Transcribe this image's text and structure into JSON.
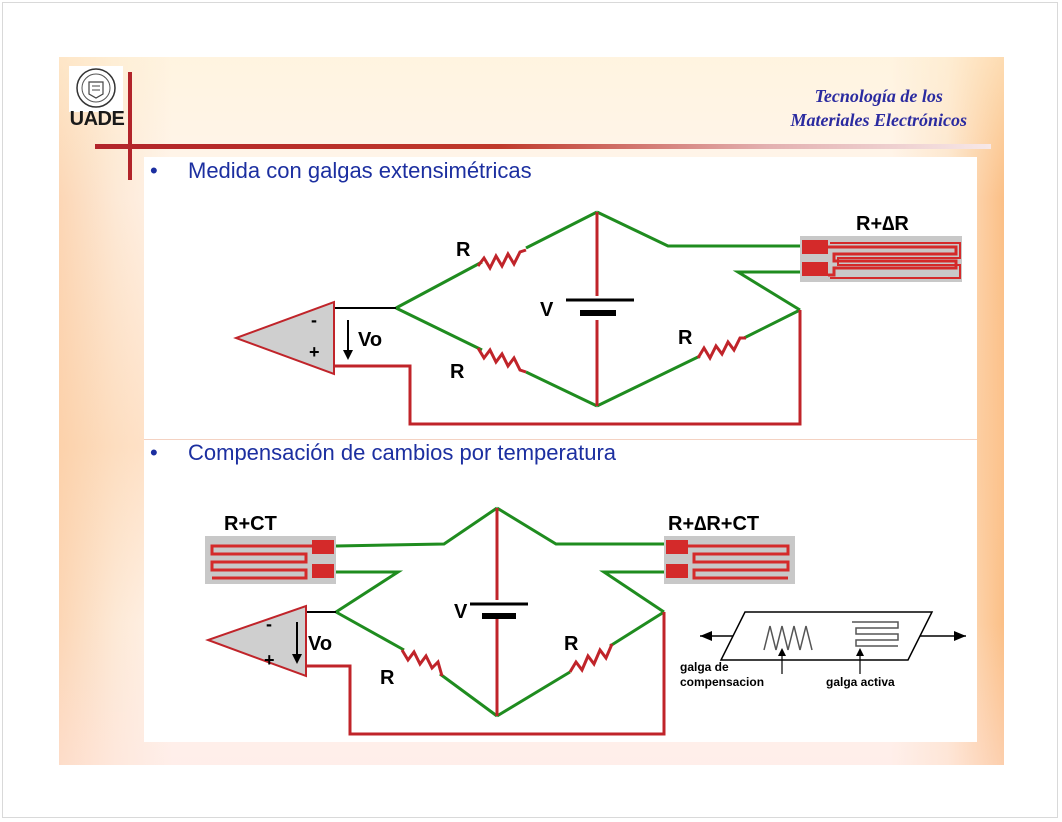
{
  "header": {
    "logo_text": "UADE",
    "course_line1": "Tecnología de los",
    "course_line2": "Materiales Electrónicos"
  },
  "section1": {
    "bullet": "•",
    "title": "Medida con galgas extensimétricas",
    "resistor_top_left": "R",
    "resistor_bottom_left": "R",
    "resistor_bottom_right": "R",
    "gauge_label": "R+∆R",
    "supply_label": "V",
    "output_label": "Vo",
    "minus": "-",
    "plus": "+"
  },
  "section2": {
    "bullet": "•",
    "title": "Compensación de cambios por temperatura",
    "left_gauge_label": "R+CT",
    "right_gauge_label": "R+∆R+CT",
    "resistor_left": "R",
    "resistor_right": "R",
    "supply_label": "V",
    "output_label": "Vo",
    "minus": "-",
    "plus": "+",
    "inset_label_comp_1": "galga de",
    "inset_label_comp_2": "compensacion",
    "inset_label_active": "galga activa"
  },
  "colors": {
    "wire_green": "#1f8c1f",
    "wire_red": "#c0242a",
    "title_blue": "#1c2fa0",
    "gauge_red": "#d42a2a",
    "gauge_bg": "#c8c8c8"
  }
}
